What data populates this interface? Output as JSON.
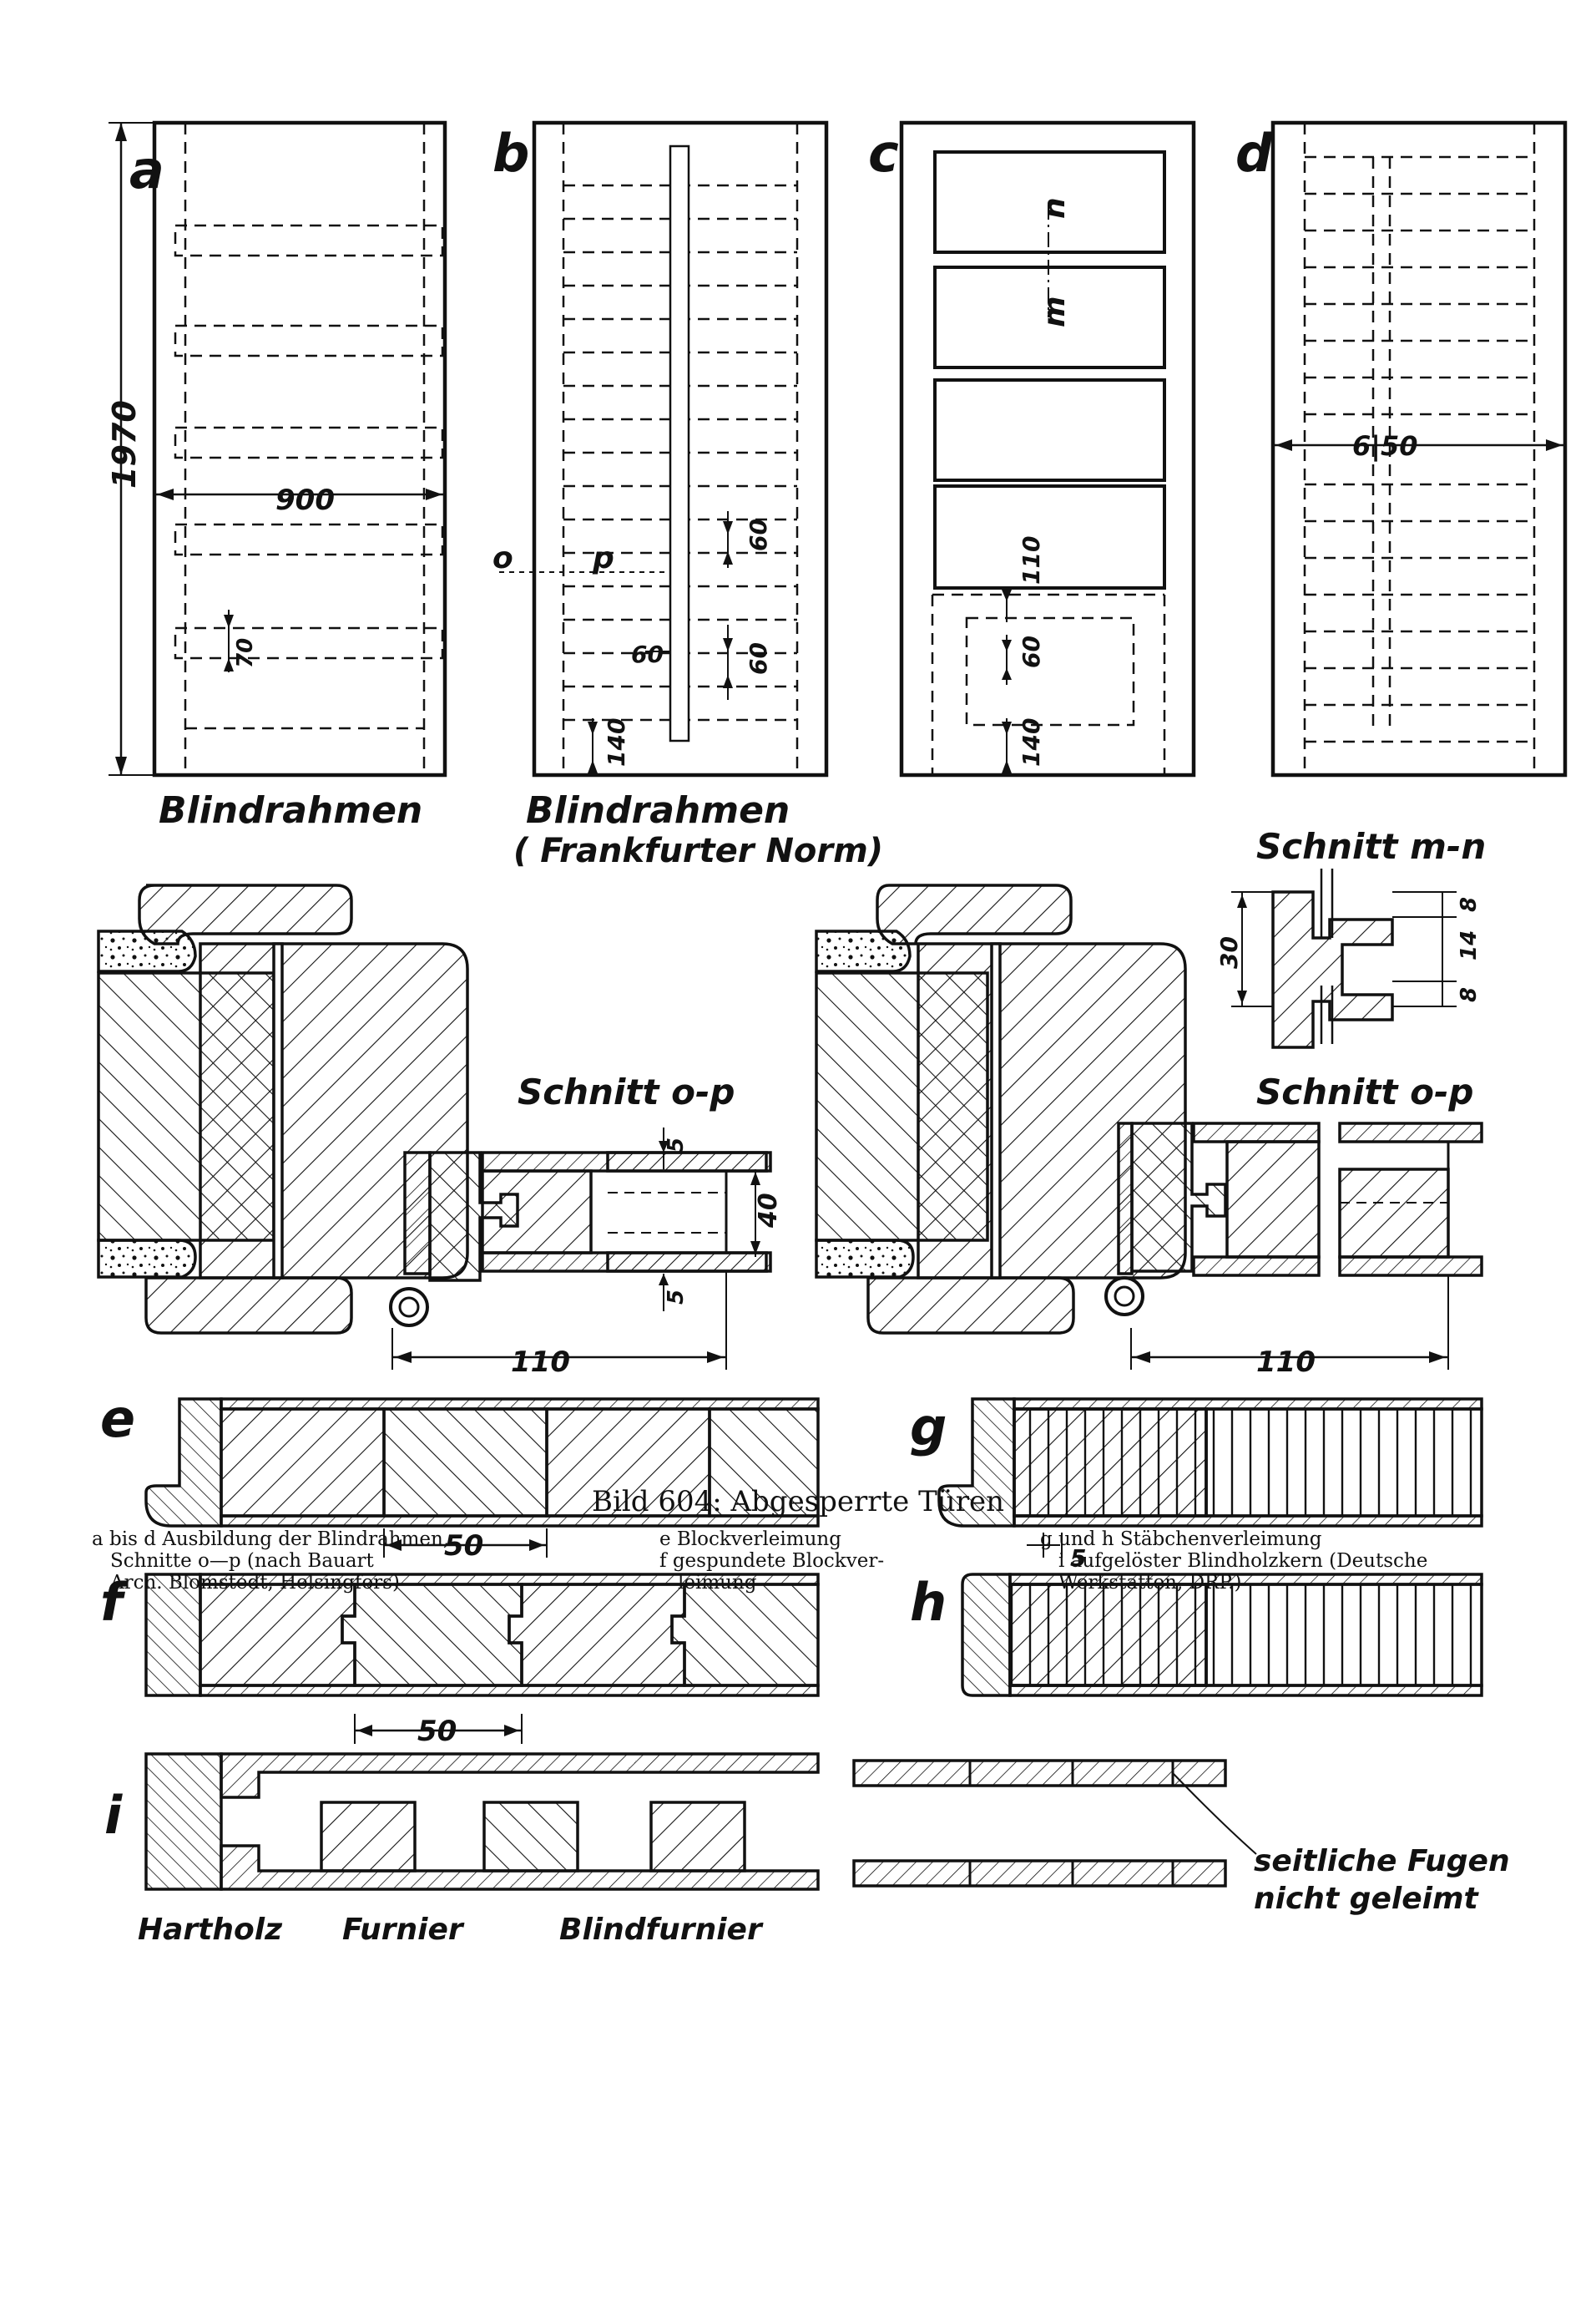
{
  "labels": {
    "a": "a",
    "b": "b",
    "c": "c",
    "d": "d",
    "e": "e",
    "f": "f",
    "g": "g",
    "h": "h",
    "i": "i",
    "o": "o",
    "p": "p",
    "m": "m",
    "n": "n"
  },
  "dims": {
    "height_1970": "1970",
    "width_900": "900",
    "d_70": "70",
    "b_60_a": "60",
    "b_60_b": "60",
    "b_60_c": "60",
    "b_140": "140",
    "c_110": "110",
    "c_60": "60",
    "c_140": "140",
    "d_650": "6|50",
    "mn_30": "30",
    "mn_8a": "8",
    "mn_14": "14",
    "mn_8b": "8",
    "op_5a": "5",
    "op_40": "40",
    "op_5b": "5",
    "op_110_left": "110",
    "op_110_right": "110",
    "e_50": "50",
    "f_50": "50",
    "g_5": "5"
  },
  "titles": {
    "blindrahmen": "Blindrahmen",
    "blindrahmen_ff_1": "Blindrahmen",
    "blindrahmen_ff_2": "( Frankfurter Norm)",
    "schnitt_mn": "Schnitt m-n",
    "schnitt_op_left": "Schnitt o-p",
    "schnitt_op_right": "Schnitt o-p"
  },
  "materials": {
    "hartholz": "Hartholz",
    "furnier": "Furnier",
    "blindfurnier": "Blindfurnier",
    "fugen_1": "seitliche Fugen",
    "fugen_2": "nicht geleimt"
  },
  "caption": {
    "title": "Bild 604: Abgesperrte Türen",
    "left": [
      "a bis d Ausbildung der Blindrahmen,",
      "Schnitte o—p (nach Bauart",
      "Arch. Blomstedt, Helsingfors)"
    ],
    "middle": [
      "e Blockverleimung",
      "f gespundete Blockver-",
      "leimung"
    ],
    "right": [
      "g und h Stäbchenverleimung",
      "i aufgelöster Blindholzkern (Deutsche",
      "Werkstätten, DRP.)"
    ]
  }
}
